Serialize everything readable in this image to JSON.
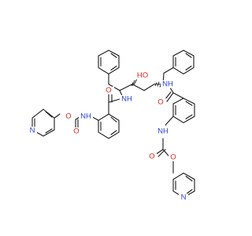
{
  "atoms": {
    "O1": {
      "text": "O",
      "color": "#e0261d"
    },
    "O2": {
      "text": "O",
      "color": "#e0261d"
    },
    "O3": {
      "text": "O",
      "color": "#e0261d"
    },
    "O4": {
      "text": "O",
      "color": "#e0261d"
    },
    "O5": {
      "text": "O",
      "color": "#e0261d"
    },
    "O6": {
      "text": "O",
      "color": "#e0261d"
    },
    "HO": {
      "text": "HO",
      "color": "#e0261d"
    },
    "NH1": {
      "text": "NH",
      "color": "#2a3fd9"
    },
    "NH2": {
      "text": "NH",
      "color": "#2a3fd9"
    },
    "NH3": {
      "text": "NH",
      "color": "#2a3fd9"
    },
    "NH4": {
      "text": "NH",
      "color": "#2a3fd9"
    },
    "N1": {
      "text": "N",
      "color": "#2a3fd9"
    },
    "N2": {
      "text": "N",
      "color": "#2a3fd9"
    }
  }
}
